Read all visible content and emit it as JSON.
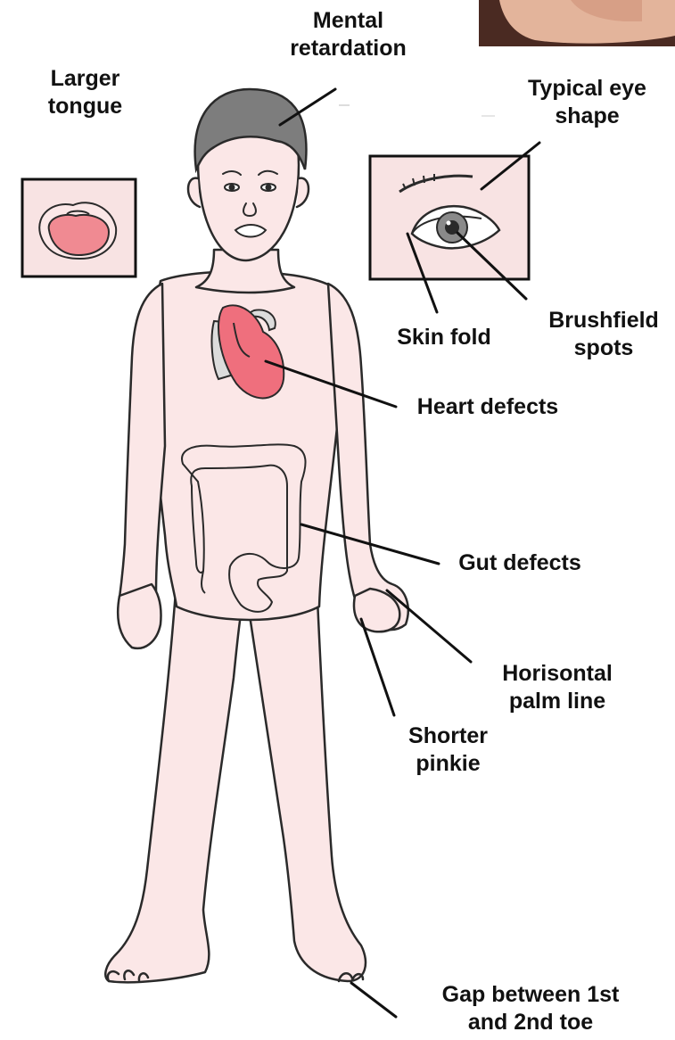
{
  "labels": {
    "mental": [
      "Mental",
      "retardation"
    ],
    "tongue": [
      "Larger",
      "tongue"
    ],
    "eye": [
      "Typical eye",
      "shape"
    ],
    "skin_fold": [
      "Skin fold"
    ],
    "brushfield": [
      "Brushfield",
      "spots"
    ],
    "heart": [
      "Heart defects"
    ],
    "gut": [
      "Gut defects"
    ],
    "palm": [
      "Horisontal",
      "palm line"
    ],
    "pinkie": [
      "Shorter",
      "pinkie"
    ],
    "toe": [
      "Gap between 1st",
      "and 2nd toe"
    ]
  },
  "colors": {
    "skin": "#fbe7e7",
    "outline": "#2a2a2a",
    "hair": "#7d7d7d",
    "heart": "#ef6f7d",
    "tongue": "#f08a92",
    "inset_bg": "#f8e3e3",
    "iris": "#8a8a8a",
    "photo_skin": "#e3b49b",
    "photo_hair": "#4a2a22"
  }
}
